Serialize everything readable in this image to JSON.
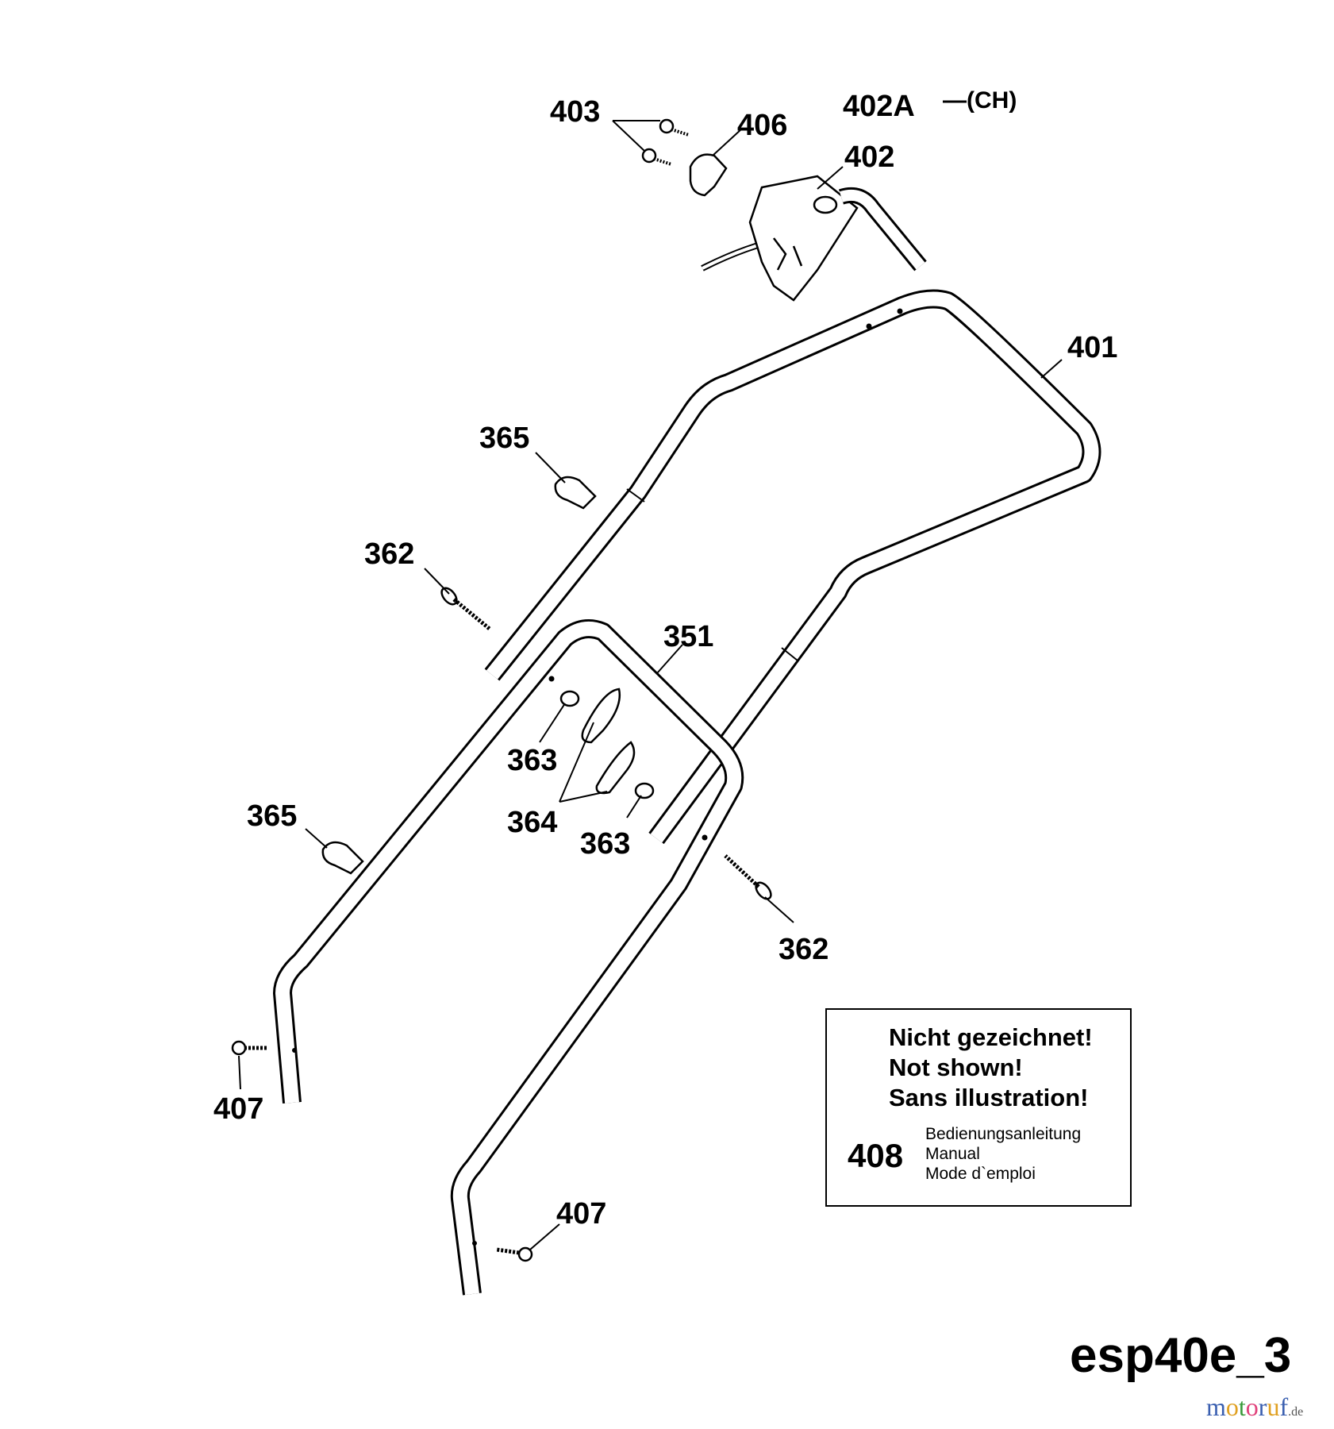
{
  "diagram": {
    "callouts": {
      "c403": "403",
      "c406": "406",
      "c402A": "402A",
      "c402A_note": "—(CH)",
      "c402": "402",
      "c401": "401",
      "c365a": "365",
      "c362a": "362",
      "c351": "351",
      "c363a": "363",
      "c364": "364",
      "c363b": "363",
      "c365b": "365",
      "c362b": "362",
      "c407a": "407",
      "c407b": "407"
    },
    "note": {
      "line1": "Nicht gezeichnet!",
      "line2": "Not shown!",
      "line3": "Sans illustration!",
      "part_number": "408",
      "desc1": "Bedienungsanleitung",
      "desc2": "Manual",
      "desc3": "Mode d`emploi"
    },
    "drawing_id": "esp40e_3",
    "watermark": "motoruf.de",
    "watermark_colors": [
      "#3a5fb0",
      "#e0a020",
      "#3a9a3a",
      "#e0407a",
      "#3a5fb0",
      "#e0a020"
    ]
  }
}
